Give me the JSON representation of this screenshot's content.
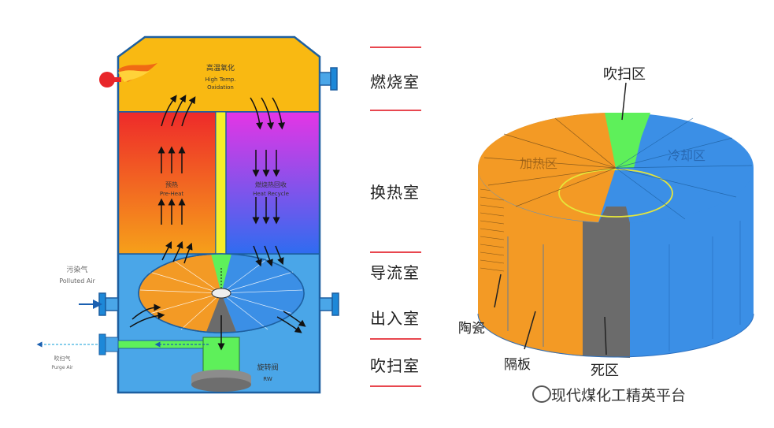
{
  "tower": {
    "combustion_cn": "高温氧化",
    "combustion_en1": "High Temp.",
    "combustion_en2": "Oxidation",
    "preheat_cn": "预热",
    "preheat_en": "Pre-Heat",
    "recycle_cn": "燃烧热回收",
    "recycle_en": "Heat Recycle",
    "polluted_cn": "污染气",
    "polluted_en": "Polluted Air",
    "purge_cn": "吹扫气",
    "purge_en": "Purge Air",
    "rw_cn": "旋转阀",
    "rw_en": "RW"
  },
  "zones": [
    "燃烧室",
    "换热室",
    "导流室",
    "出入室",
    "吹扫室"
  ],
  "disk": {
    "purge_zone": "吹扫区",
    "preheat_zone": "加热区",
    "cooling_zone": "冷却区",
    "ceramic": "陶瓷",
    "separator": "隔板",
    "dead_zone": "死区"
  },
  "watermark": "现代煤化工精英平台",
  "colors": {
    "combustion": "#f9b912",
    "preheat_top": "#ee2a2a",
    "preheat_bottom": "#f6a01a",
    "recycle_top": "#e535e5",
    "recycle_bottom": "#2f6cf0",
    "chamber": "#4aa6e8",
    "orange": "#f39a25",
    "blue": "#3b8fe6",
    "green": "#5ef05a",
    "dead": "#6b6b6b"
  }
}
